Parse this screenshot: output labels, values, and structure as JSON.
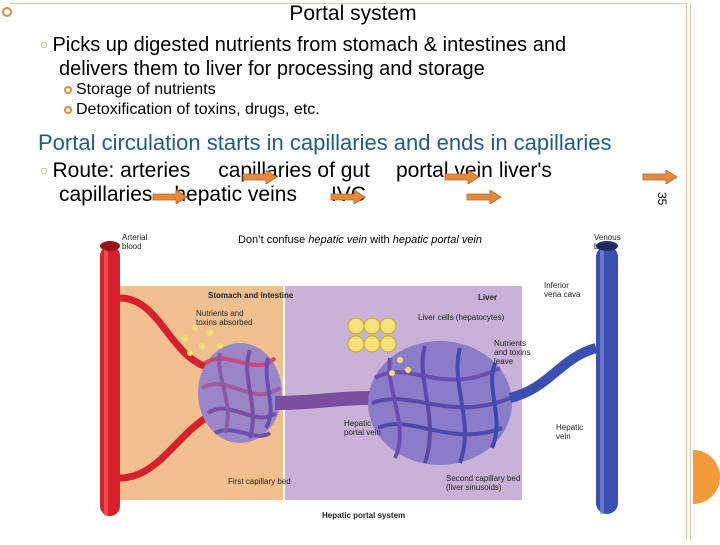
{
  "slide": {
    "title": "Portal system",
    "bullet1": {
      "line1": "Picks up digested nutrients from stomach & intestines and",
      "line2": "delivers them to liver for processing and storage"
    },
    "sub_bullets": [
      "Storage of nutrients",
      "Detoxification of toxins, drugs, etc."
    ],
    "circulation_line": "Portal circulation starts in capillaries and ends in capillaries",
    "route": {
      "label": "Route: arteries",
      "items": [
        "capillaries of gut",
        "portal vein",
        "liver's",
        "capillaries",
        "hepatic veins",
        "IVC"
      ]
    },
    "page_number": "35",
    "note": {
      "prefix": "Don’t confuse ",
      "term1": "hepatic vein",
      "middle": " with ",
      "term2": "hepatic portal vein"
    }
  },
  "diagram": {
    "labels": {
      "arterial_blood": [
        "Arterial",
        "blood"
      ],
      "venous_blood": [
        "Venous",
        "blood"
      ],
      "stomach": "Stomach and intestine",
      "liver": "Liver",
      "inferior_vena_cava": [
        "Inferior",
        "vena cava"
      ],
      "nutrients_absorbed": [
        "Nutrients and",
        "toxins absorbed"
      ],
      "liver_cells": "Liver cells (hepatocytes)",
      "nutrients_leave": [
        "Nutrients",
        "and toxins",
        "leave"
      ],
      "hepatic_portal_vein": [
        "Hepatic",
        "portal vein"
      ],
      "hepatic_vein": [
        "Hepatic",
        "vein"
      ],
      "first_capillary_bed": "First capillary bed",
      "second_capillary_bed": [
        "Second capillary bed",
        "(liver sinusoids)"
      ],
      "system_title": "Hepatic portal system"
    }
  },
  "colors": {
    "accent": "#e58a3a",
    "circulation_text": "#1f5a8a",
    "artery": "#d8202a",
    "vein": "#3a4fb0",
    "portal": "#7a4fa0",
    "stomach_bg": "#f2c08e",
    "liver_bg": "#c9b2d8"
  }
}
